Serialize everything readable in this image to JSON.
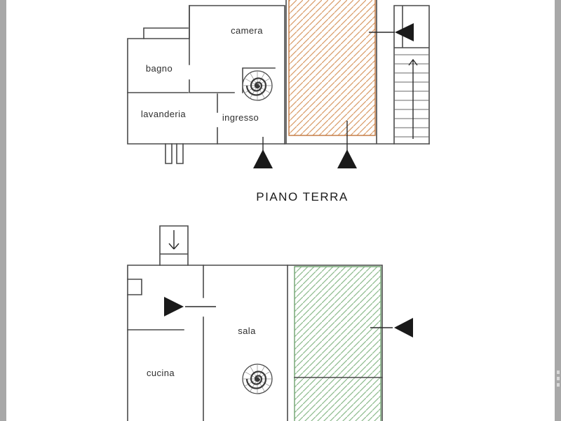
{
  "canvas": {
    "background": "#ffffff",
    "side_strip_color": "#a8a8a8"
  },
  "colors": {
    "wall": "#4a4a4a",
    "hatch_orange": "#d89a66",
    "hatch_orange_border": "#c57f48",
    "hatch_green": "#8cba8c",
    "hatch_green_border": "#79a879",
    "arrow_fill": "#1a1a1a"
  },
  "plans": {
    "ground_floor": {
      "title": "PIANO TERRA",
      "room_labels": [
        "camera",
        "bagno",
        "lavanderia",
        "ingresso"
      ]
    },
    "lower_floor": {
      "room_labels": [
        "sala",
        "cucina"
      ]
    }
  },
  "icons": {
    "spiral_staircase": "spiral-glyph",
    "straight_staircase": "tread-lines",
    "entrance_arrow_left": "filled-triangle-left",
    "entrance_arrow_right": "filled-triangle-right",
    "entrance_arrow_up": "filled-triangle-up",
    "stair_direction_arrow_up": "open-arrow-up",
    "flue_arrow_down": "open-arrow-down"
  }
}
